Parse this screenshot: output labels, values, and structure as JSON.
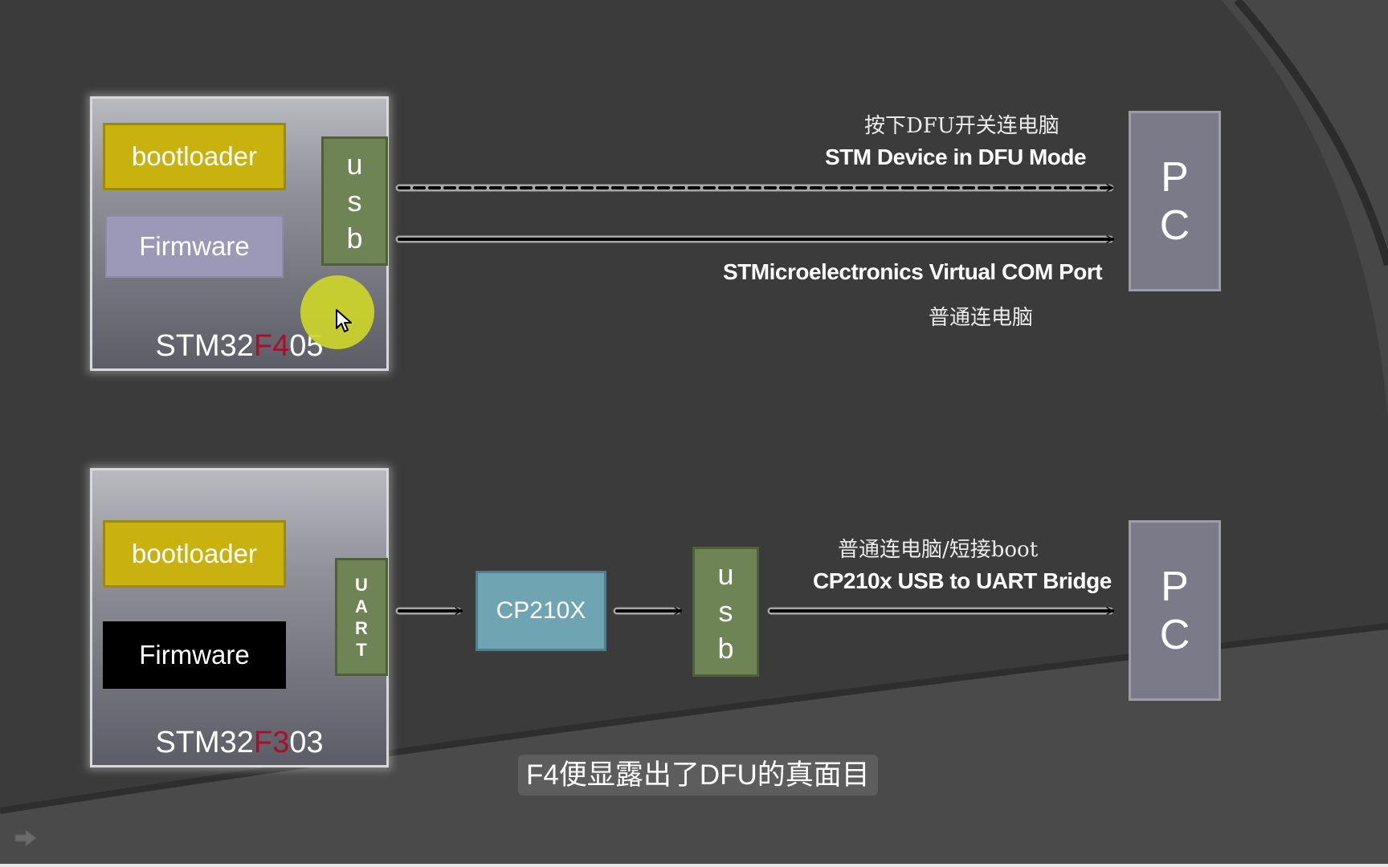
{
  "colors": {
    "background": "#3a3a3a",
    "bootloader": "#c9b20e",
    "firmware_purple": "#9c98b7",
    "firmware_black": "#000000",
    "usb_green": "#6f8454",
    "cp210x_teal": "#6fa5b3",
    "pc_gray": "#7b7a88",
    "chip_highlight": "#a8102a",
    "cursor": "#ccd42a"
  },
  "top": {
    "chip": {
      "prefix": "STM32",
      "highlight": "F4",
      "suffix": "05"
    },
    "bootloader": "bootloader",
    "firmware": "Firmware",
    "port": [
      "u",
      "s",
      "b"
    ],
    "pc": [
      "P",
      "C"
    ],
    "dfu_caption_cn": "按下DFU开关连电脑",
    "dfu_caption_en": "STM Device in DFU Mode",
    "vcp_caption_en": "STMicroelectronics Virtual COM Port",
    "vcp_caption_cn": "普通连电脑"
  },
  "bottom": {
    "chip": {
      "prefix": "STM32",
      "highlight": "F3",
      "suffix": "03"
    },
    "bootloader": "bootloader",
    "firmware": "Firmware",
    "port": [
      "U",
      "A",
      "R",
      "T"
    ],
    "bridge": "CP210X",
    "usb": [
      "u",
      "s",
      "b"
    ],
    "pc": [
      "P",
      "C"
    ],
    "caption_cn": "普通连电脑/短接boot",
    "caption_en": "CP210x USB to UART Bridge"
  },
  "subtitle": "F4便显露出了DFU的真面目",
  "icons": {
    "cursor": "mouse-pointer-icon",
    "next": "next-slide-arrow-icon"
  }
}
